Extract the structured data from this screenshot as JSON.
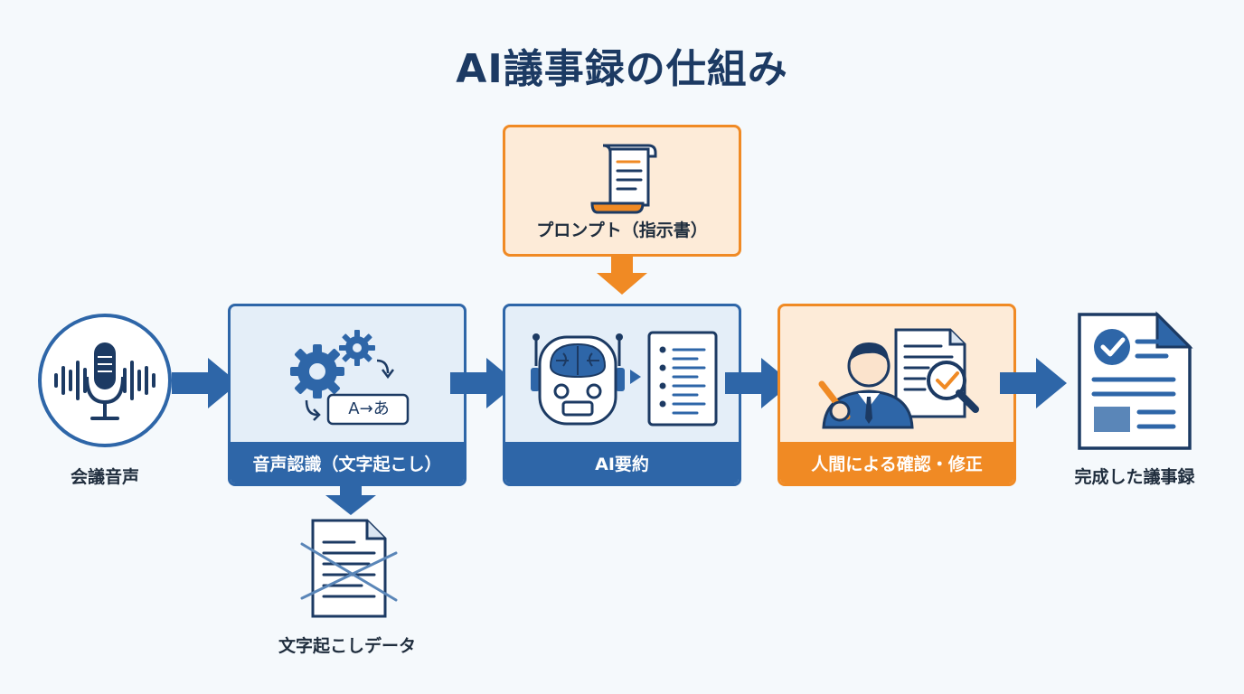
{
  "title": "AI議事録の仕組み",
  "nodes": {
    "audio": "会議音声",
    "speech_recognition": "音声認識（文字起こし）",
    "transcript_data": "文字起こしデータ",
    "prompt": "プロンプト（指示書）",
    "ai_summary": "AI要約",
    "human_review": "人間による確認・修正",
    "final_minutes": "完成した議事録"
  },
  "icon_text": {
    "translate": "A→あ"
  },
  "colors": {
    "primary_blue": "#2e66a8",
    "accent_orange": "#f08a24",
    "title_navy": "#1c3a63"
  },
  "icons": [
    "microphone-icon",
    "gears-icon",
    "document-icon",
    "robot-icon",
    "checklist-icon",
    "reviewer-icon",
    "completed-document-icon"
  ]
}
